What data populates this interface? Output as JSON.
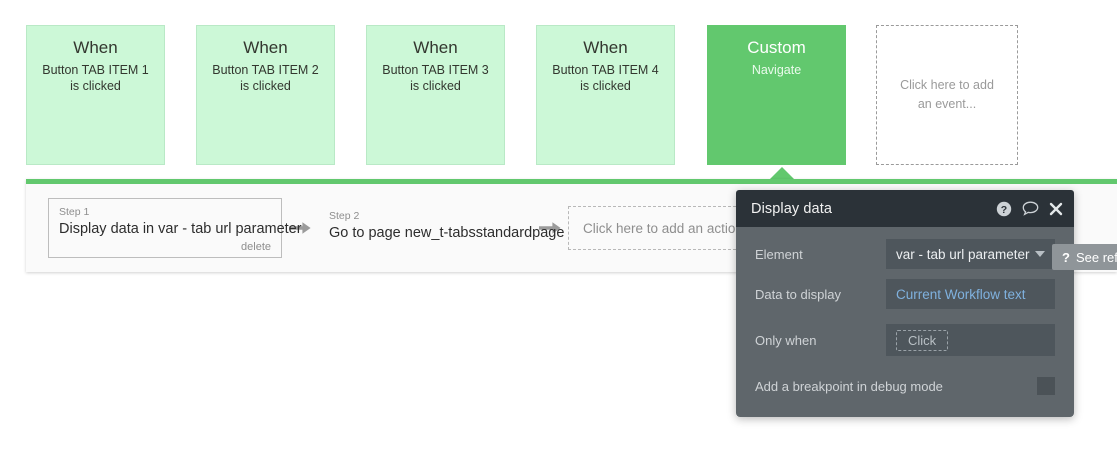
{
  "events": {
    "cards": [
      {
        "type": "when",
        "title": "When",
        "subtitle": "Button TAB ITEM 1 is clicked"
      },
      {
        "type": "when",
        "title": "When",
        "subtitle": "Button TAB ITEM 2 is clicked"
      },
      {
        "type": "when",
        "title": "When",
        "subtitle": "Button TAB ITEM 3 is clicked"
      },
      {
        "type": "when",
        "title": "When",
        "subtitle": "Button TAB ITEM 4 is clicked"
      },
      {
        "type": "custom",
        "title": "Custom",
        "subtitle": "Navigate"
      }
    ],
    "add_placeholder": "Click here to add an event..."
  },
  "workflow": {
    "steps": [
      {
        "label": "Step 1",
        "title": "Display data in var - tab url parameter",
        "delete_label": "delete"
      },
      {
        "label": "Step 2",
        "title": "Go to page new_t-tabsstandardpage",
        "delete_label": ""
      }
    ],
    "add_action_placeholder": "Click here to add an action..."
  },
  "property_editor": {
    "title": "Display data",
    "icons": {
      "help": "help-circle-icon",
      "comment": "comment-bubble-icon",
      "close": "close-icon"
    },
    "fields": [
      {
        "label": "Element",
        "value": "var - tab url parameter",
        "kind": "dropdown"
      },
      {
        "label": "Data to display",
        "value": "Current Workflow text",
        "kind": "link"
      },
      {
        "label": "Only when",
        "value": "Click",
        "kind": "placeholder-chip"
      }
    ],
    "breakpoint_label": "Add a breakpoint in debug mode",
    "see_reference_label": "See reference"
  },
  "colors": {
    "event_light": "#ccf8d7",
    "event_selected": "#62c86e",
    "panel_header": "#2b3238",
    "panel_body": "#5f666b",
    "field_bg": "#4e565c",
    "link_blue": "#7fb1de"
  }
}
